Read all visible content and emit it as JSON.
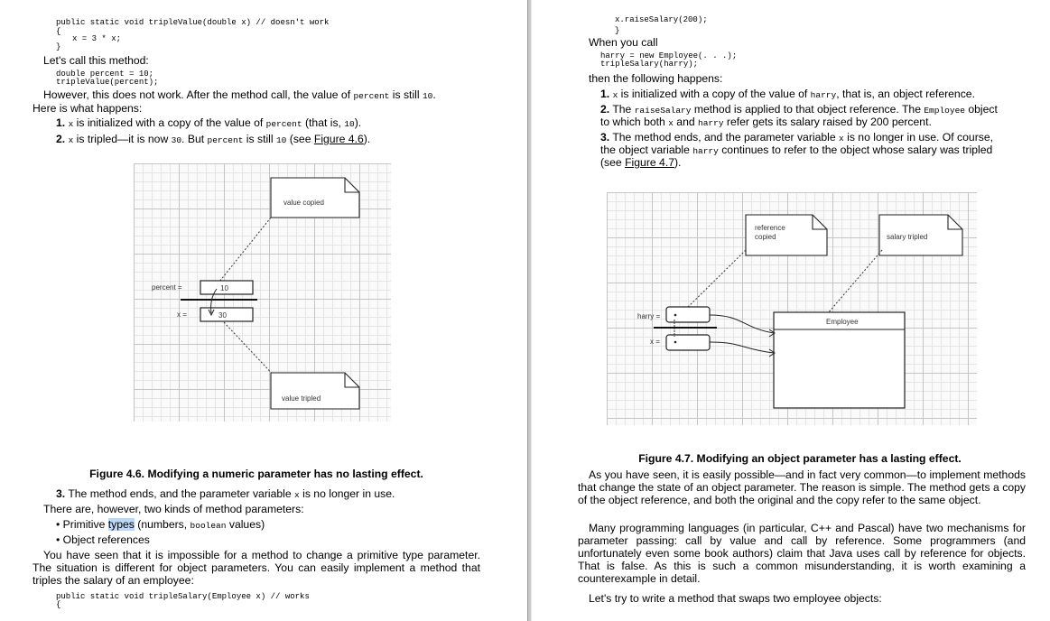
{
  "left_page": {
    "code_method_sig": "public static void tripleValue(double x) // doesn't work",
    "code_open_brace": "{",
    "code_body": "x = 3 * x;",
    "code_close_brace": "}",
    "call_intro": "Let's call this method:",
    "code_call_1": "double percent = 10;",
    "code_call_2": "tripleValue(percent);",
    "however_1": "However, this does not work. After the method call, the value of ",
    "however_code": "percent",
    "however_2": " is still ",
    "however_code2": "10",
    "however_3": ".",
    "however_4": "Here is what happens:",
    "step1_num": "1.",
    "step1_code1": "x",
    "step1_a": " is initialized with a copy of the value of ",
    "step1_code2": "percent",
    "step1_b": " (that is, ",
    "step1_code3": "10",
    "step1_c": ").",
    "step2_num": "2.",
    "step2_code1": "x",
    "step2_a": " is tripled—it is now ",
    "step2_code2": "30",
    "step2_b": ". But ",
    "step2_code3": "percent",
    "step2_c": " is still ",
    "step2_code4": "10",
    "step2_d": " (see ",
    "step2_link": "Figure 4.6",
    "step2_e": ").",
    "figure": {
      "note_top": "value copied",
      "note_bottom": "value tripled",
      "label_percent": "percent =",
      "value_percent": "10",
      "label_x": "x =",
      "value_x": "30"
    },
    "caption": "Figure 4.6. Modifying a numeric parameter has no lasting effect.",
    "step3_num": "3.",
    "step3_a": " The method ends, and the parameter variable ",
    "step3_code": "x",
    "step3_b": " is no longer in use.",
    "kinds_intro": "There are, however, two kinds of method parameters:",
    "bullet1_a": "Primitive ",
    "bullet1_hl": "types",
    "bullet1_b": " (numbers, ",
    "bullet1_code": "boolean",
    "bullet1_c": " values)",
    "bullet2": "Object references",
    "para_objects": "You have seen that it is impossible for a method to change a primitive type parameter. The situation is different for object parameters. You can easily implement a method that triples the salary of an employee:",
    "code_salary_sig": "public static void tripleSalary(Employee x) // works",
    "code_salary_brace": "{"
  },
  "right_page": {
    "code_raise": "x.raiseSalary(200);",
    "code_close": "}",
    "when_call": "When you call",
    "code_harry_1": "harry = new Employee(. . .);",
    "code_harry_2": "tripleSalary(harry);",
    "then_happens": "then the following happens:",
    "r1_num": "1.",
    "r1_code1": "x",
    "r1_a": " is initialized with a copy of the value of ",
    "r1_code2": "harry",
    "r1_b": ", that is, an object reference.",
    "r2_num": "2.",
    "r2_a": " The ",
    "r2_code1": "raiseSalary",
    "r2_b": " method is applied to that object reference. The ",
    "r2_code2": "Employee",
    "r2_c": " object",
    "r2_line2a": "to which both ",
    "r2_code3": "x",
    "r2_line2b": " and ",
    "r2_code4": "harry",
    "r2_line2c": " refer gets its salary raised by 200 percent.",
    "r3_num": "3.",
    "r3_a": " The method ends, and the parameter variable ",
    "r3_code1": "x",
    "r3_b": " is no longer in use. Of course,",
    "r3_line2a": "the object variable ",
    "r3_code2": "harry",
    "r3_line2b": " continues to refer to the object whose salary was tripled",
    "r3_line3a": "(see ",
    "r3_link": "Figure 4.7",
    "r3_line3b": ").",
    "figure": {
      "note_ref_1": "reference",
      "note_ref_2": "copied",
      "note_salary": "salary tripled",
      "label_harry": "harry =",
      "label_x": "x =",
      "object_title": "Employee"
    },
    "caption": "Figure 4.7. Modifying an object parameter has a lasting effect.",
    "para_seen": "As you have seen, it is easily possible—and in fact very common—to implement methods that change the state of an object parameter. The reason is simple. The method gets a copy of the object reference, and both the original and the copy refer to the same object.",
    "para_many": "Many programming languages (in particular, C++ and Pascal) have two mechanisms for parameter passing: call by value and call by reference. Some programmers (and unfortunately even some book authors) claim that Java uses call by reference for objects. That is false. As this is such a common misunderstanding, it is worth examining a counterexample in detail.",
    "para_swap": "Let's try to write a method that swaps two employee objects:"
  }
}
